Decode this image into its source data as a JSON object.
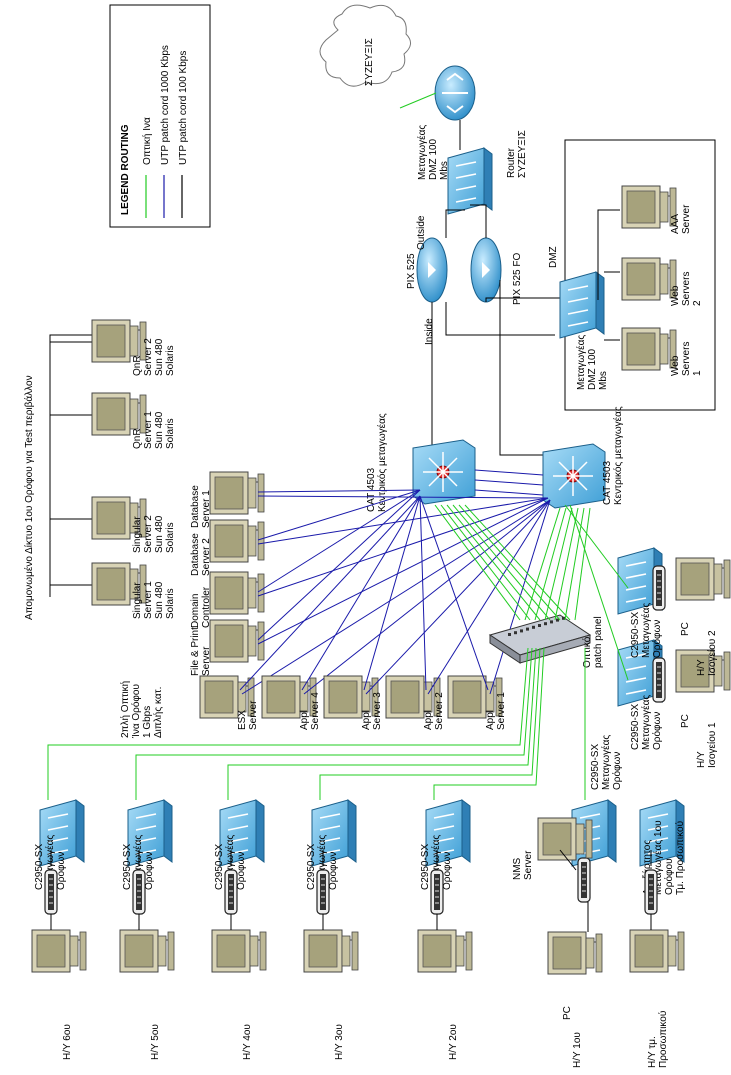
{
  "legend": {
    "title": "LEGEND ROUTING",
    "items": [
      {
        "label": "Οπτική Ινα",
        "color": "#22cc22"
      },
      {
        "label": "UTP patch cord 1000 Kbps",
        "color": "#1a1aaa"
      },
      {
        "label": "UTP patch cord 100 Kbps",
        "color": "#000000"
      }
    ]
  },
  "cloud_label": "ΣΥΖΕΥΞΙΣ",
  "router_label": [
    "Router",
    "ΣΥΖΕΥΞΙΣ"
  ],
  "dmz_switch_top_label": [
    "Μεταγωγέας",
    "DMZ 100",
    "Mbs"
  ],
  "pix_outside_label": "Outside",
  "pix_inside_label": "Inside",
  "pix1_label": "PIX 525",
  "pix2_label": "PIX 525 FO",
  "dmz_label": "DMZ",
  "dmz_switch_label": [
    "Μεταγωγέας",
    "DMZ 100",
    "Mbs"
  ],
  "dmz_servers": [
    {
      "lines": [
        "Web",
        "Servers",
        "1"
      ]
    },
    {
      "lines": [
        "Web",
        "Servers",
        "2"
      ]
    },
    {
      "lines": [
        "AAA",
        "Server"
      ]
    }
  ],
  "test_env_title": "Απομονωμένο Δίκτυο 1ου Ορόφου για Test περιβάλλον",
  "test_servers": [
    {
      "lines": [
        "Singular",
        "Server 1",
        "Sun 480",
        "Solaris"
      ]
    },
    {
      "lines": [
        "Singular",
        "Server 2",
        "Sun 480",
        "Solaris"
      ]
    },
    {
      "lines": [
        "QnR",
        "Server 1",
        "Sun 480",
        "Solaris"
      ]
    },
    {
      "lines": [
        "QnR",
        "Server 2",
        "Sun 480",
        "Solaris"
      ]
    }
  ],
  "cat1_label": [
    "CAT 4503",
    "Κεντρικός μεταγωγέας"
  ],
  "cat2_label": [
    "CAT 4503",
    "Κεντρικός μεταγωγέας"
  ],
  "farm_servers": [
    {
      "lines": [
        "File & Print",
        "Server"
      ]
    },
    {
      "lines": [
        "Domain",
        "Controler"
      ]
    },
    {
      "lines": [
        "Database",
        "Server 2"
      ]
    },
    {
      "lines": [
        "Database",
        "Server 1"
      ]
    }
  ],
  "appl_servers": [
    {
      "lines": [
        "ESX",
        "Server"
      ]
    },
    {
      "lines": [
        "Appl",
        "Server 4"
      ]
    },
    {
      "lines": [
        "Appl",
        "Server 3"
      ]
    },
    {
      "lines": [
        "Appl",
        "Server 2"
      ]
    },
    {
      "lines": [
        "Appl",
        "Server 1"
      ]
    }
  ],
  "fiber_note": [
    "2πλή Οπτική",
    "Ίνα Ορόφου",
    "1 Gbps",
    "Διπλής κατ."
  ],
  "patch_panel_label": [
    "Οπτικό",
    "patch panel"
  ],
  "ground_switches": [
    {
      "lines": [
        "C2950-SX",
        "Μεταγωγέας",
        "Ορόφων"
      ],
      "pc_label": [
        "H/Y",
        "Ισογείου 1"
      ],
      "pc_small": "PC"
    },
    {
      "lines": [
        "C2950-SX",
        "Μεταγωγέας",
        "Ορόφων"
      ],
      "pc_label": [
        "H/Y",
        "Ισογείου 2"
      ],
      "pc_small": "PC"
    }
  ],
  "floor_switches": [
    {
      "lines": [
        "C2950-SX",
        "Μεταγωγέας",
        "Ορόφων"
      ],
      "pc": "H/Y 6ου"
    },
    {
      "lines": [
        "C2950-SX",
        "Μεταγωγέας",
        "Ορόφων"
      ],
      "pc": "H/Y 5ου"
    },
    {
      "lines": [
        "C2950-SX",
        "Μεταγωγέας",
        "Ορόφων"
      ],
      "pc": "H/Y 4ου"
    },
    {
      "lines": [
        "C2950-SX",
        "Μεταγωγέας",
        "Ορόφων"
      ],
      "pc": "H/Y 3ου"
    },
    {
      "lines": [
        "C2950-SX",
        "Μεταγωγέας",
        "Ορόφων"
      ],
      "pc": "H/Y 2ου"
    }
  ],
  "first_floor_switch": {
    "lines": [
      "C2950-SX",
      "Μεταγωγέας",
      "Ορόφων"
    ],
    "pc": "H/Y 1ου",
    "pc_small": "PC"
  },
  "nms_label": [
    "NMS",
    "Server"
  ],
  "personnel_switch": {
    "lines": [
      "Ανεξάρτητος",
      "Μεταγωγέας 1ου",
      "Ορόφου",
      "Τμ. Προσωπικού"
    ],
    "pc": [
      "H/Y τμ.",
      "Προσωπικού"
    ]
  }
}
